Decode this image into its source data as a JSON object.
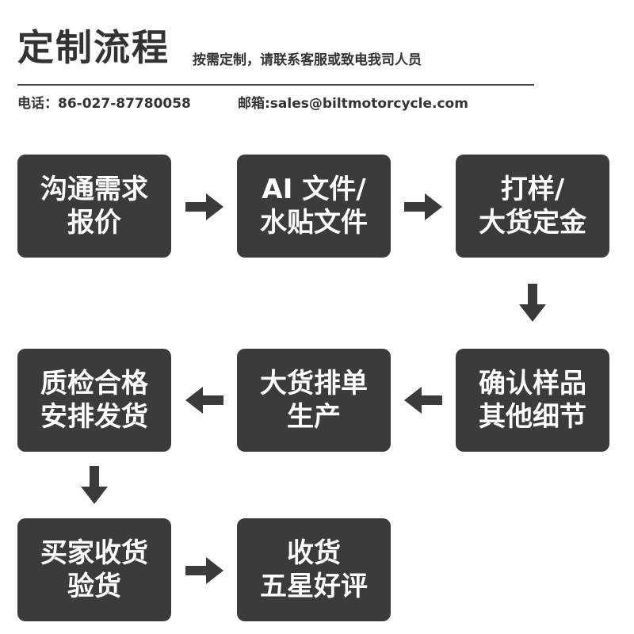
{
  "header": {
    "title": "定制流程",
    "subtitle": "按需定制，请联系客服或致电我司人员",
    "phone": "电话：86-027-87780058",
    "email": "邮箱:sales@biltmotorcycle.com"
  },
  "steps": [
    {
      "label": "沟通需求\n报价"
    },
    {
      "label": "AI 文件/\n水贴文件"
    },
    {
      "label": "打样/\n大货定金"
    },
    {
      "label": "确认样品\n其他细节"
    },
    {
      "label": "大货排单\n生产"
    },
    {
      "label": "质检合格\n安排发货"
    },
    {
      "label": "买家收货\n验货"
    },
    {
      "label": "收货\n五星好评"
    }
  ],
  "colors": {
    "box": "#3b3b3b",
    "box_text": "#ffffff",
    "arrow": "#3b3b3b",
    "text": "#333333"
  },
  "icons": {
    "arrow": "arrow-icon"
  }
}
